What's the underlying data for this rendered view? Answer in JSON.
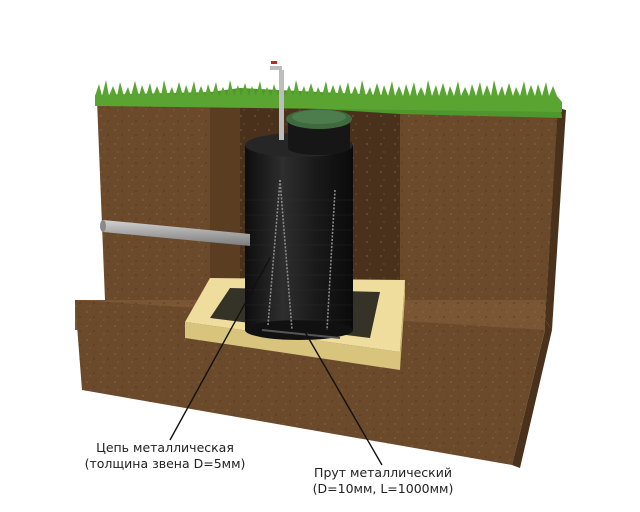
{
  "labels": {
    "chain_line1": "Цепь металлическая",
    "chain_line2": "(толщина звена D=5мм)",
    "rod_line1": "Прут металлический",
    "rod_line2": "(D=10мм, L=1000мм)"
  },
  "colors": {
    "grass": "#5aa532",
    "grass_dark": "#3f7f22",
    "soil_front": "#6b4a2b",
    "soil_side": "#553a20",
    "soil_top": "#7a5634",
    "sand_top": "#eedd9c",
    "sand_side": "#d9c47e",
    "tank": "#1b1b1b",
    "lid": "#3f6a3f",
    "pipe": "#a9a9a9",
    "chain": "#8a8a8a",
    "leader": "#111111"
  }
}
